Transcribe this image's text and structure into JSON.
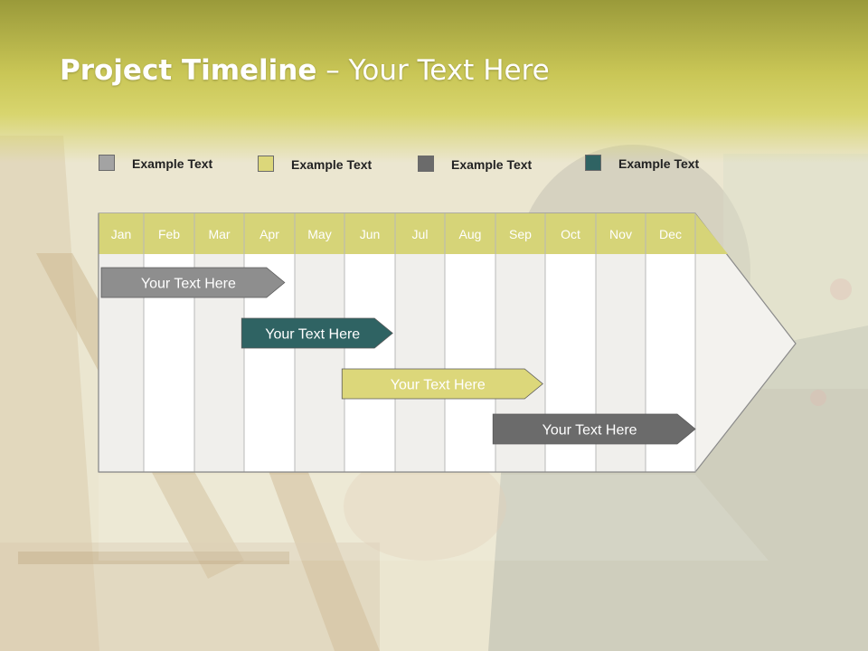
{
  "slide": {
    "title_bold": "Project Timeline",
    "title_sep": " – ",
    "title_rest": "Your Text Here"
  },
  "legend": [
    {
      "label": "Example Text",
      "color": "#a3a3a3"
    },
    {
      "label": "Example Text",
      "color": "#dcd77a"
    },
    {
      "label": "Example Text",
      "color": "#6b6b6b"
    },
    {
      "label": "Example Text",
      "color": "#2f6363"
    }
  ],
  "timeline": {
    "months": [
      "Jan",
      "Feb",
      "Mar",
      "Apr",
      "May",
      "Jun",
      "Jul",
      "Aug",
      "Sep",
      "Oct",
      "Nov",
      "Dec"
    ],
    "header_color": "#d6d478",
    "tasks": [
      {
        "label": "Your  Text Here",
        "start_month": 0.0,
        "end_month": 3.8,
        "fill": "#8e8e8e",
        "text_color": "#ffffff"
      },
      {
        "label": "Your  Text Here",
        "start_month": 2.95,
        "end_month": 5.95,
        "fill": "#2f6363",
        "text_color": "#ffffff"
      },
      {
        "label": "Your  Text Here",
        "start_month": 4.95,
        "end_month": 8.95,
        "fill": "#dcd77a",
        "text_color": "#ffffff"
      },
      {
        "label": "Your  Text Here",
        "start_month": 7.95,
        "end_month": 12.0,
        "fill": "#6b6b6b",
        "text_color": "#ffffff"
      }
    ]
  }
}
